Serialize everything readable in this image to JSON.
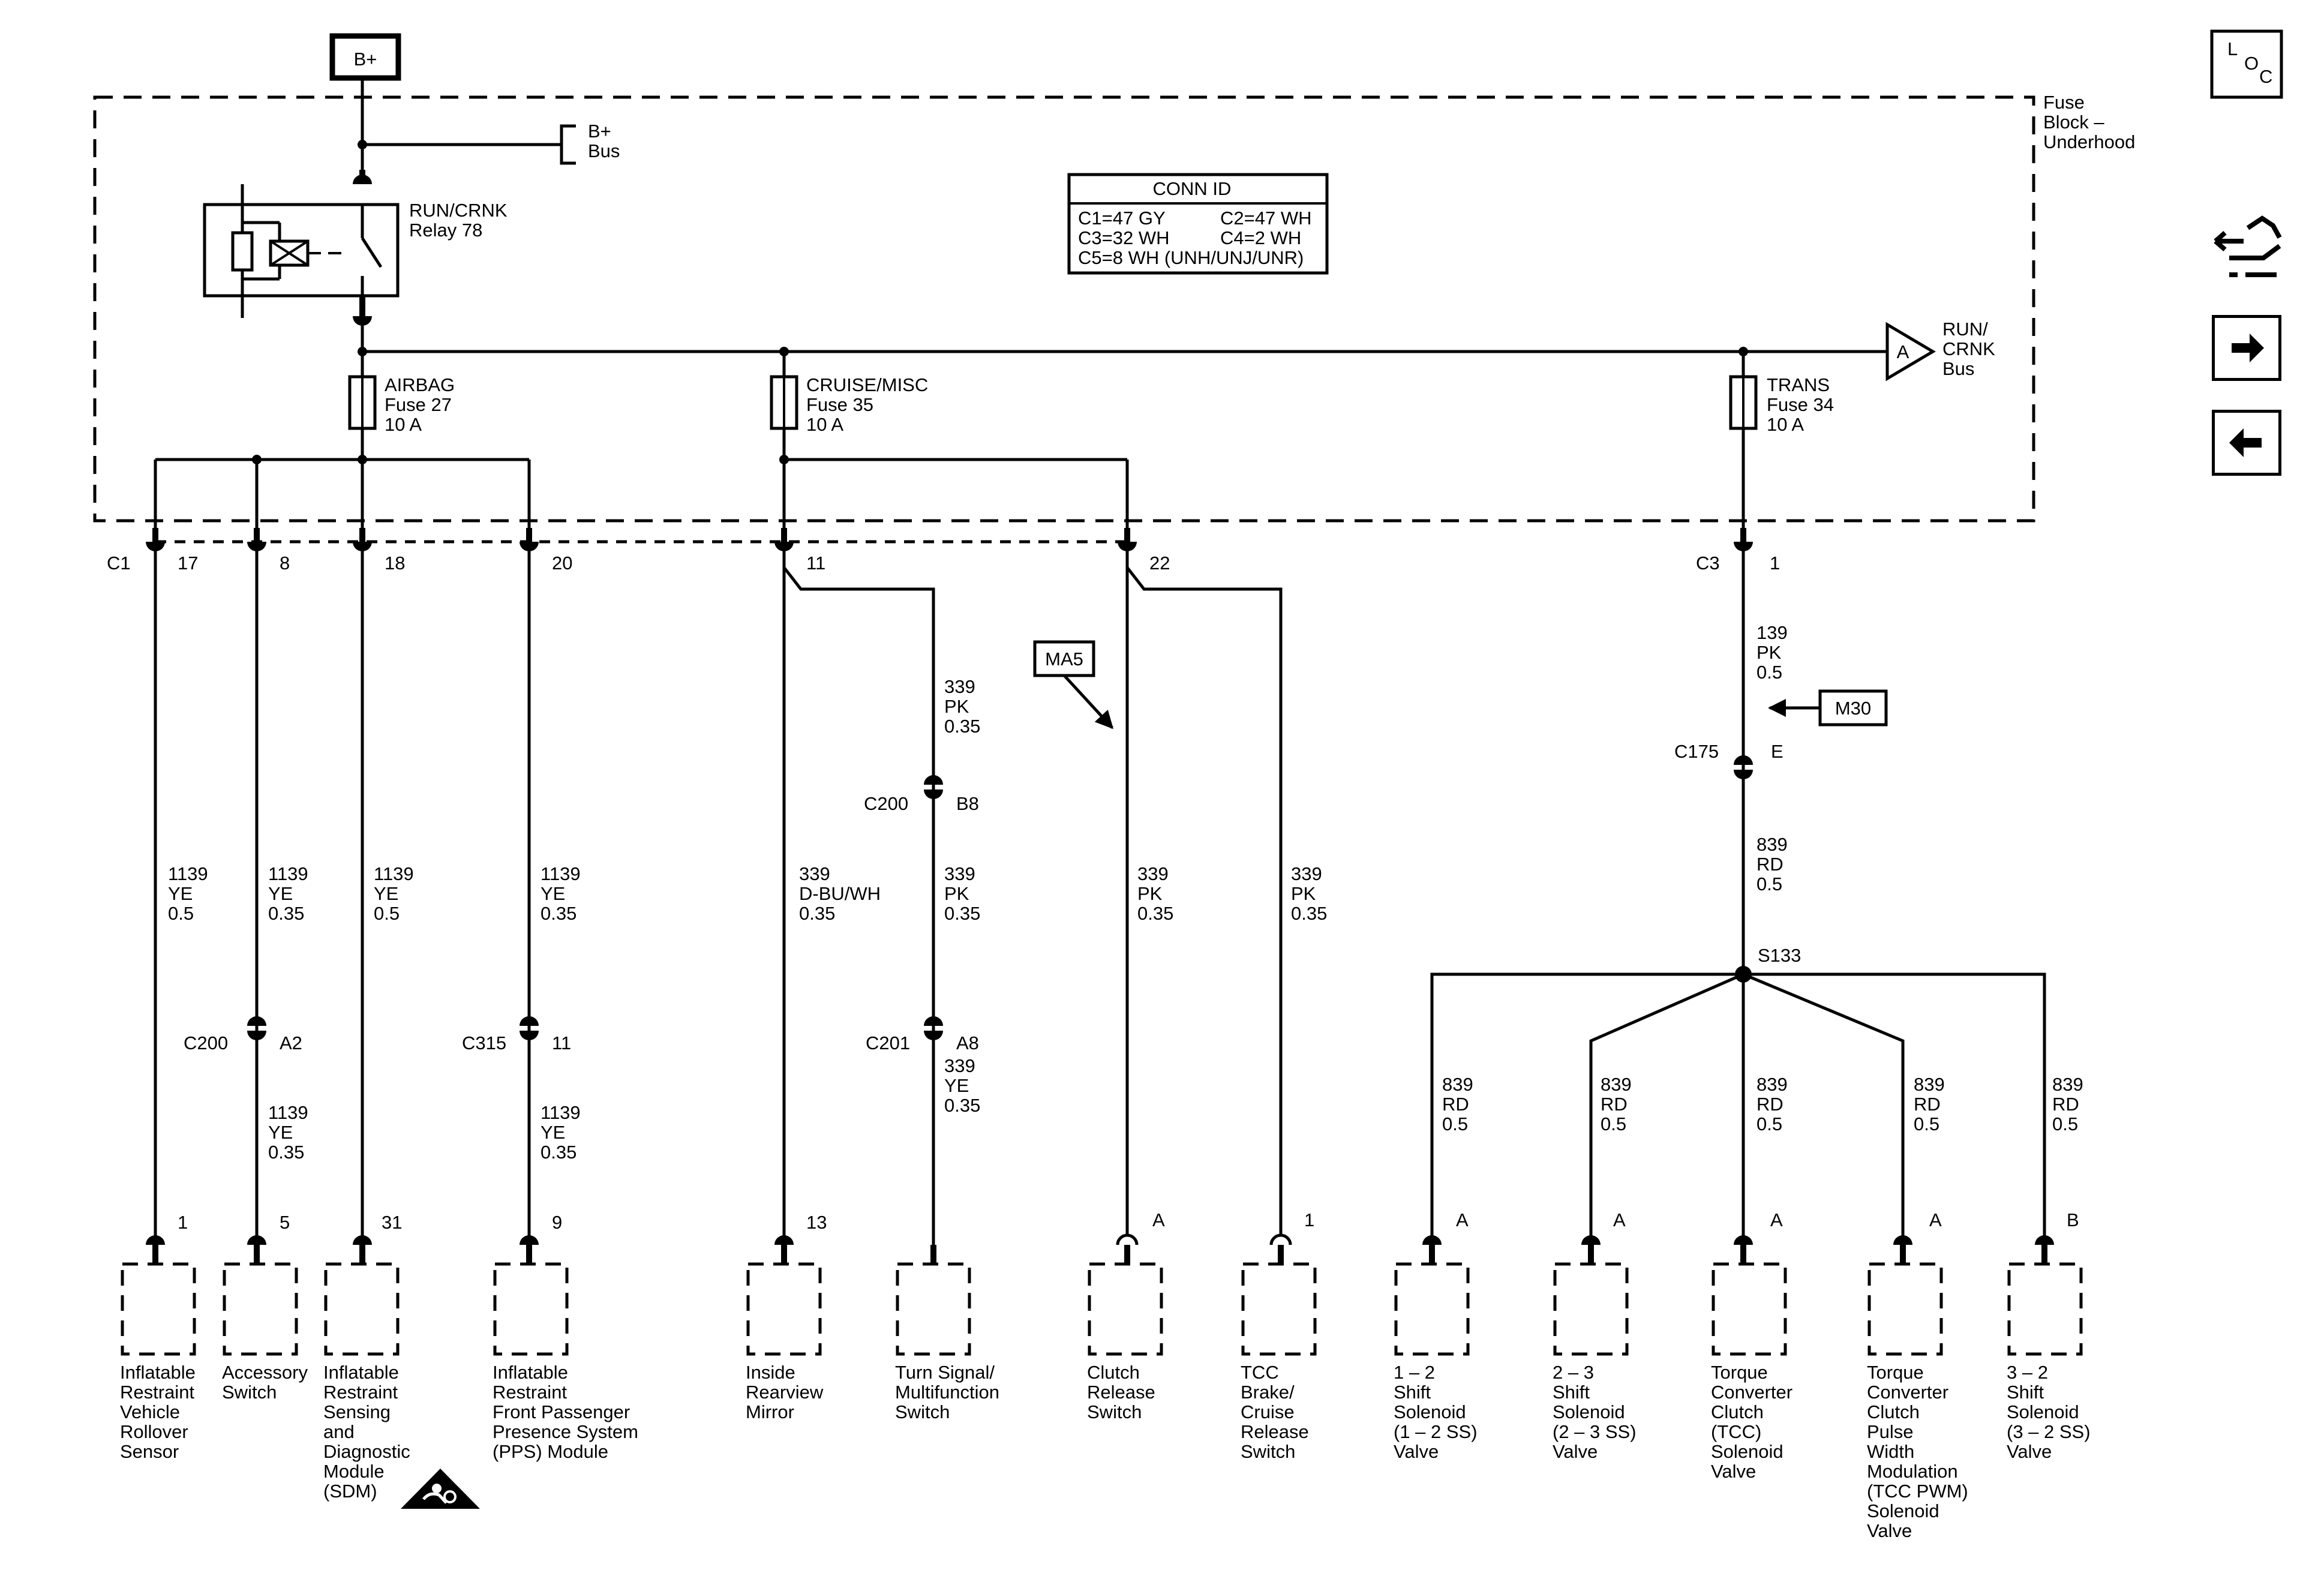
{
  "battery_box": "B+",
  "fuse_block": [
    "Fuse",
    "Block –",
    "Underhood"
  ],
  "bplus_bus": [
    "B+",
    "Bus"
  ],
  "relay": [
    "RUN/CRNK",
    "Relay 78"
  ],
  "conn_id": {
    "title": "CONN ID",
    "rows": [
      [
        "C1=47 GY",
        "C2=47 WH"
      ],
      [
        "C3=32 WH",
        "C4=2 WH"
      ],
      [
        "C5=8 WH (UNH/UNJ/UNR)",
        ""
      ]
    ]
  },
  "runcrnk_bus": {
    "flag": "A",
    "label": [
      "RUN/",
      "CRNK",
      "Bus"
    ]
  },
  "fuses": [
    {
      "label": [
        "AIRBAG",
        "Fuse 27",
        "10 A"
      ]
    },
    {
      "label": [
        "CRUISE/MISC",
        "Fuse 35",
        "10 A"
      ]
    },
    {
      "label": [
        "TRANS",
        "Fuse 34",
        "10 A"
      ]
    }
  ],
  "top_connectors": {
    "c1": "C1",
    "c1_pins": [
      "17",
      "8",
      "18",
      "20"
    ],
    "pin_11": "11",
    "pin_22": "22",
    "c3": "C3",
    "c3_pin": "1"
  },
  "wires": {
    "w1": [
      "1139",
      "YE",
      "0.5"
    ],
    "w2": [
      "1139",
      "YE",
      "0.35"
    ],
    "w3": [
      "1139",
      "YE",
      "0.5"
    ],
    "w4": [
      "1139",
      "YE",
      "0.35"
    ],
    "w2b": [
      "1139",
      "YE",
      "0.35"
    ],
    "w4b": [
      "1139",
      "YE",
      "0.35"
    ],
    "w5": [
      "339",
      "D-BU/WH",
      "0.35"
    ],
    "w6a": [
      "339",
      "PK",
      "0.35"
    ],
    "w6b": [
      "339",
      "PK",
      "0.35"
    ],
    "w6c": [
      "339",
      "YE",
      "0.35"
    ],
    "w7": [
      "339",
      "PK",
      "0.35"
    ],
    "w8": [
      "339",
      "PK",
      "0.35"
    ],
    "wt1": [
      "139",
      "PK",
      "0.5"
    ],
    "wt2": [
      "839",
      "RD",
      "0.5"
    ],
    "ws1": [
      "839",
      "RD",
      "0.5"
    ],
    "ws2": [
      "839",
      "RD",
      "0.5"
    ],
    "ws3": [
      "839",
      "RD",
      "0.5"
    ],
    "ws4": [
      "839",
      "RD",
      "0.5"
    ],
    "ws5": [
      "839",
      "RD",
      "0.5"
    ]
  },
  "inline_connectors": {
    "c200a": {
      "name": "C200",
      "pin": "A2"
    },
    "c315": {
      "name": "C315",
      "pin": "11"
    },
    "c200b": {
      "name": "C200",
      "pin": "B8"
    },
    "c201": {
      "name": "C201",
      "pin": "A8"
    },
    "c175": {
      "name": "C175",
      "pin": "E"
    }
  },
  "splice": "S133",
  "refs": {
    "ma5": "MA5",
    "m30": "M30"
  },
  "components": [
    {
      "pin": "1",
      "label": [
        "Inflatable",
        "Restraint",
        "Vehicle",
        "Rollover",
        "Sensor"
      ]
    },
    {
      "pin": "5",
      "label": [
        "Accessory",
        "Switch"
      ]
    },
    {
      "pin": "31",
      "label": [
        "Inflatable",
        "Restraint",
        "Sensing",
        "and",
        "Diagnostic",
        "Module",
        "(SDM)"
      ]
    },
    {
      "pin": "9",
      "label": [
        "Inflatable",
        "Restraint",
        "Front Passenger",
        "Presence System",
        "(PPS) Module"
      ]
    },
    {
      "pin": "13",
      "label": [
        "Inside",
        "Rearview",
        "Mirror"
      ]
    },
    {
      "pin": "",
      "label": [
        "Turn Signal/",
        "Multifunction",
        "Switch"
      ]
    },
    {
      "pin": "A",
      "label": [
        "Clutch",
        "Release",
        "Switch"
      ]
    },
    {
      "pin": "1",
      "label": [
        "TCC",
        "Brake/",
        "Cruise",
        "Release",
        "Switch"
      ]
    },
    {
      "pin": "A",
      "label": [
        "1 – 2",
        "Shift",
        "Solenoid",
        "(1 – 2 SS)",
        "Valve"
      ]
    },
    {
      "pin": "A",
      "label": [
        "2 – 3",
        "Shift",
        "Solenoid",
        "(2 – 3 SS)",
        "Valve"
      ]
    },
    {
      "pin": "A",
      "label": [
        "Torque",
        "Converter",
        "Clutch",
        "(TCC)",
        "Solenoid",
        "Valve"
      ]
    },
    {
      "pin": "A",
      "label": [
        "Torque",
        "Converter",
        "Clutch",
        "Pulse",
        "Width",
        "Modulation",
        "(TCC PWM)",
        "Solenoid",
        "Valve"
      ]
    },
    {
      "pin": "B",
      "label": [
        "3 – 2",
        "Shift",
        "Solenoid",
        "(3 – 2 SS)",
        "Valve"
      ]
    }
  ],
  "loc_icon": [
    "L",
    "O",
    "C"
  ],
  "icons": {
    "loc": "location-icon",
    "schematic": "schematic-nav-icon",
    "next": "arrow-right-icon",
    "prev": "arrow-left-icon",
    "airbag": "airbag-warning-icon"
  }
}
